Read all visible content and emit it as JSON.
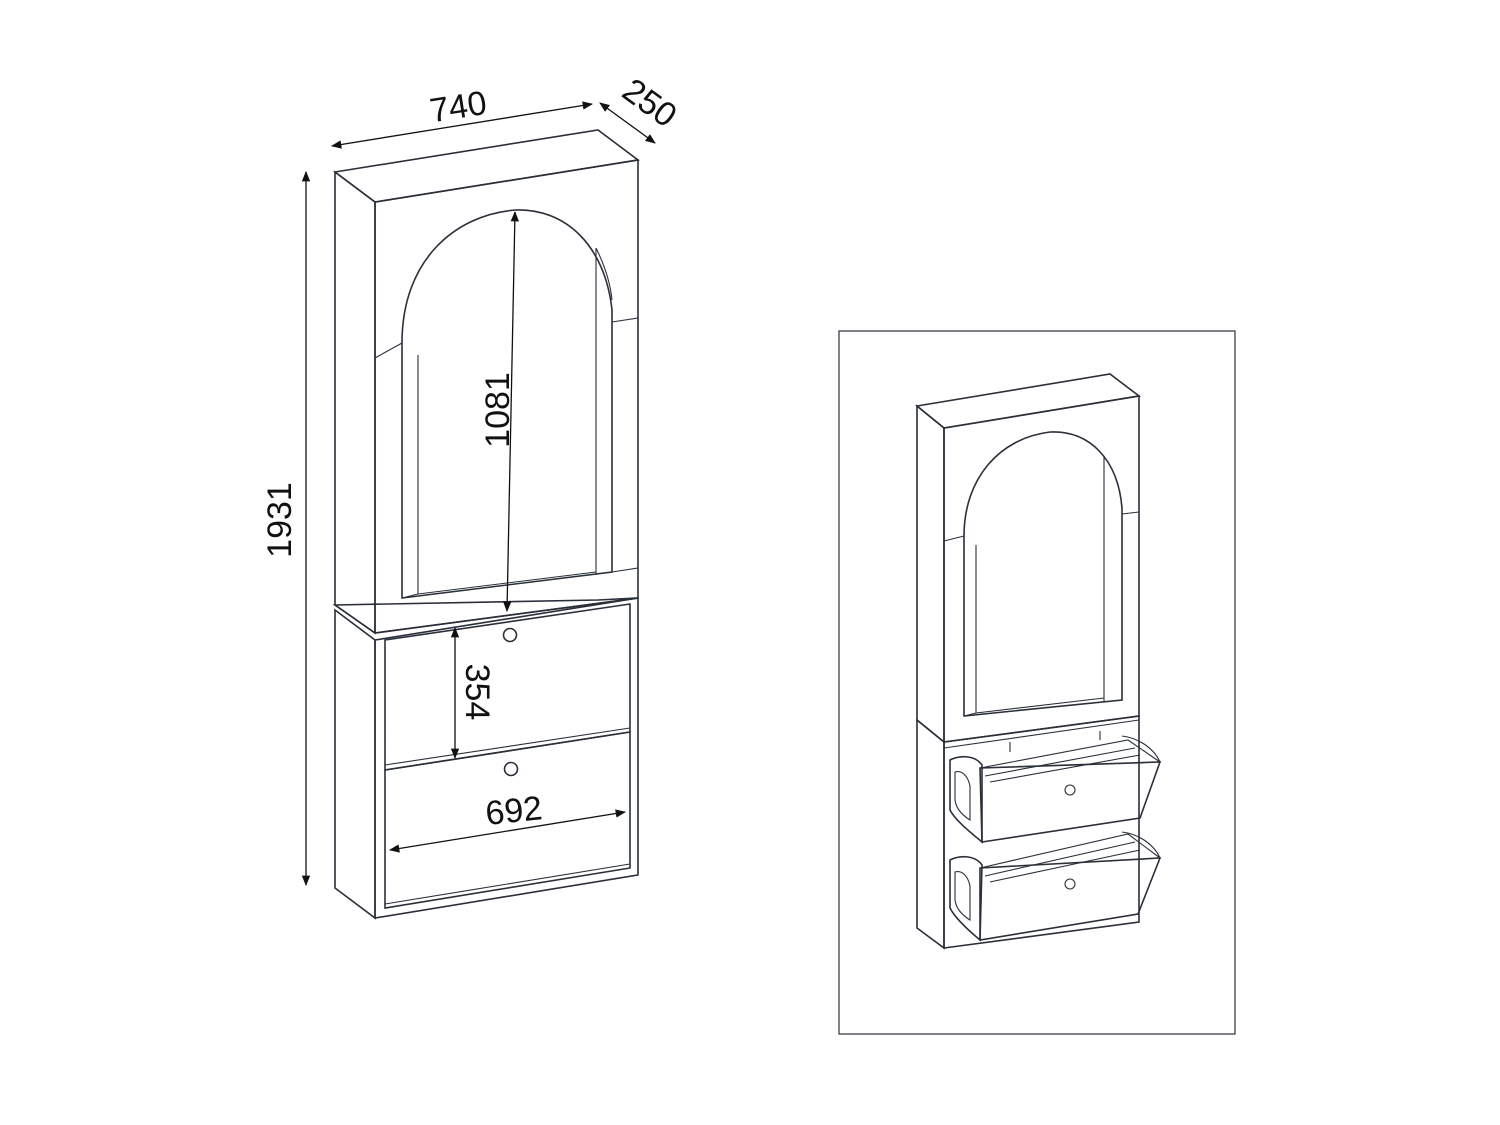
{
  "figure": {
    "dimensions": {
      "width": "740",
      "depth": "250",
      "total_height": "1931",
      "arch_height": "1081",
      "drawer_height": "354",
      "inner_width": "692"
    }
  },
  "colors": {
    "line": "#2a2f3a",
    "dimension_line": "#111111",
    "background": "#ffffff"
  }
}
